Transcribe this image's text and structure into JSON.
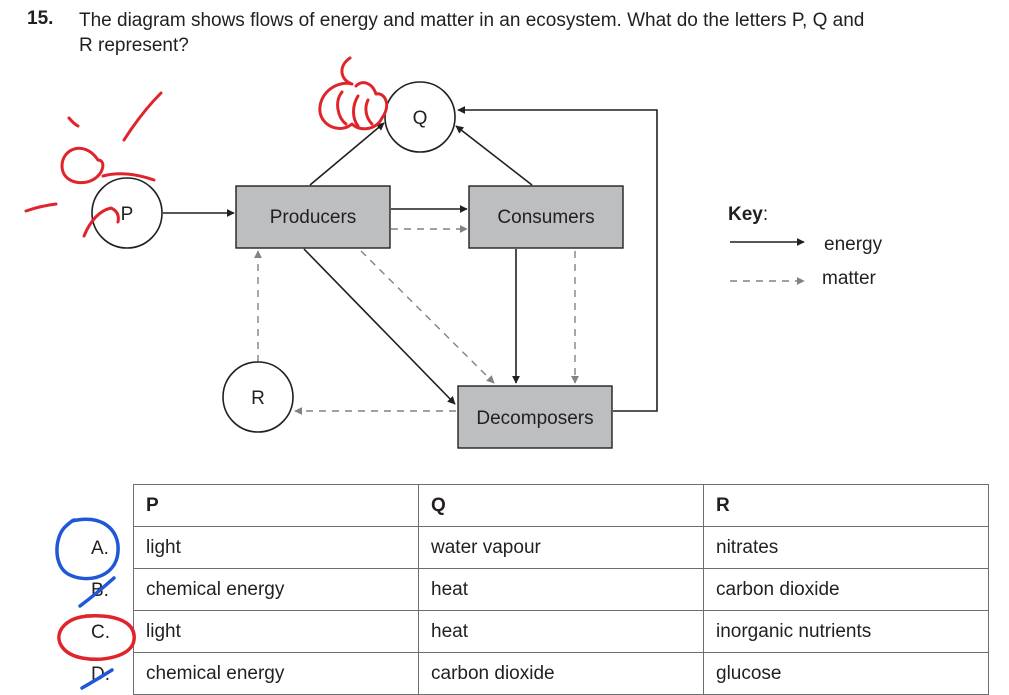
{
  "question": {
    "number": "15.",
    "line1": "The diagram shows flows of energy and matter in an ecosystem. What do the letters P, Q and",
    "line2": "R represent?"
  },
  "diagram": {
    "nodes": {
      "p": "P",
      "q": "Q",
      "r": "R",
      "producers": "Producers",
      "consumers": "Consumers",
      "decomposers": "Decomposers"
    },
    "key": {
      "title": "Key",
      "colon": ":",
      "energy": "energy",
      "matter": "matter"
    },
    "colors": {
      "box_fill": "#bcbec0",
      "line": "#231f20",
      "matter_arrow": "#808285"
    }
  },
  "table": {
    "headers": [
      "P",
      "Q",
      "R"
    ],
    "rows": [
      {
        "option": "A.",
        "p": "light",
        "q": "water vapour",
        "r": "nitrates"
      },
      {
        "option": "B.",
        "p": "chemical energy",
        "q": "heat",
        "r": "carbon dioxide"
      },
      {
        "option": "C.",
        "p": "light",
        "q": "heat",
        "r": "inorganic nutrients"
      },
      {
        "option": "D.",
        "p": "chemical energy",
        "q": "carbon dioxide",
        "r": "glucose"
      }
    ]
  },
  "annotations": {
    "circled_options": [
      "A.",
      "C."
    ],
    "crossed_options": [
      "B.",
      "D."
    ],
    "colors": {
      "red": "#e0242b",
      "blue": "#1f57d6"
    }
  }
}
